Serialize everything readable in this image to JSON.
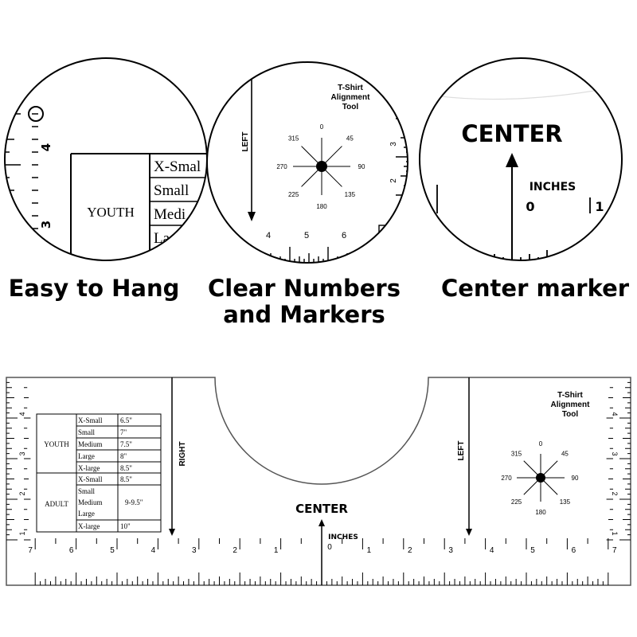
{
  "captions": {
    "hang": "Easy to Hang",
    "numbers_line1": "Clear Numbers",
    "numbers_line2": "and Markers",
    "center": "Center marker"
  },
  "tool": {
    "title_line1": "T-Shirt",
    "title_line2": "Alignment",
    "title_line3": "Tool",
    "right_label": "RIGHT",
    "left_label": "LEFT",
    "center_label": "CENTER",
    "inches_label": "INCHES",
    "bottom_numbers_left": [
      "7",
      "6",
      "5",
      "4",
      "3",
      "2",
      "1"
    ],
    "bottom_zero": "0",
    "bottom_numbers_right": [
      "1",
      "2",
      "3",
      "4",
      "5",
      "6",
      "7"
    ],
    "side_numbers": [
      "4",
      "3",
      "2",
      "1"
    ],
    "angles": [
      "0",
      "45",
      "90",
      "135",
      "180",
      "225",
      "270",
      "315"
    ]
  },
  "size_table": {
    "youth_label": "YOUTH",
    "adult_label": "ADULT",
    "youth_rows": [
      {
        "size": "X-Small",
        "value": "6.5\""
      },
      {
        "size": "Small",
        "value": "7\""
      },
      {
        "size": "Medium",
        "value": "7.5\""
      },
      {
        "size": "Large",
        "value": "8\""
      },
      {
        "size": "X-large",
        "value": "8.5\""
      }
    ],
    "adult_rows": [
      {
        "size": "X-Small",
        "value": "8.5\""
      },
      {
        "size": "Small",
        "value": ""
      },
      {
        "size": "Medium",
        "value": "9-9.5\""
      },
      {
        "size": "Large",
        "value": ""
      },
      {
        "size": "X-large",
        "value": "10\""
      }
    ]
  },
  "zoom1": {
    "numbers": [
      "4",
      "3"
    ],
    "youth_label": "YOUTH",
    "sizes": [
      "X-Smal",
      "Small",
      "Medi",
      "La"
    ]
  },
  "zoom2": {
    "title_line1": "T-Shirt",
    "title_line2": "Alignment",
    "title_line3": "Tool",
    "left_label": "LEFT",
    "angles": [
      "0",
      "45",
      "90",
      "135",
      "180",
      "225",
      "270",
      "315"
    ],
    "side_numbers": [
      "3",
      "2"
    ],
    "bottom_numbers": [
      "4",
      "5",
      "6"
    ]
  },
  "zoom3": {
    "center_label": "CENTER",
    "inches_label": "INCHES",
    "zero": "0",
    "one": "1"
  }
}
